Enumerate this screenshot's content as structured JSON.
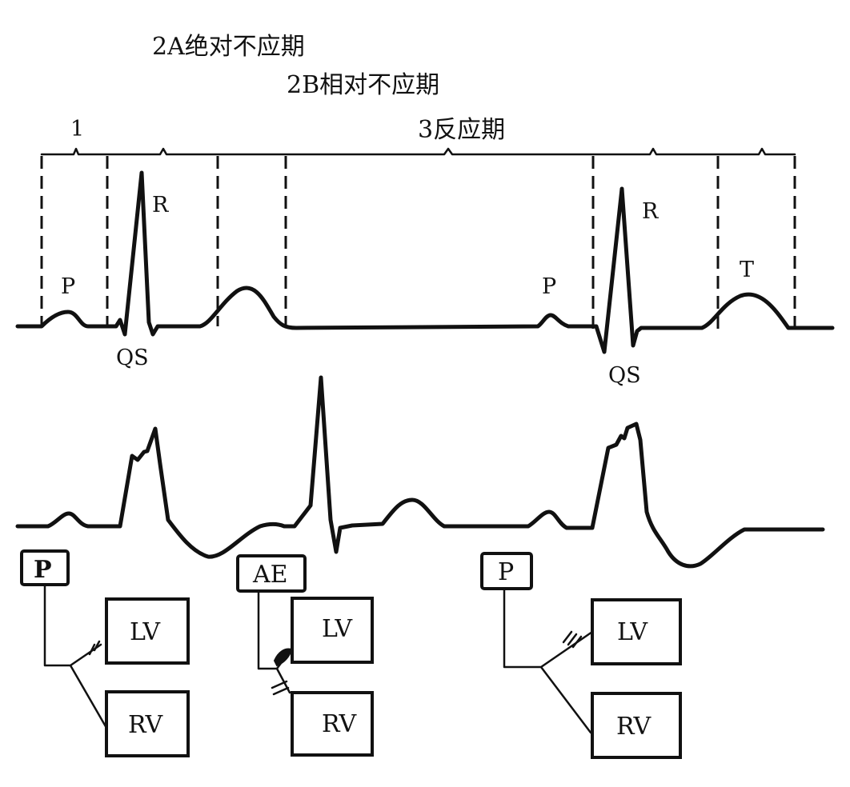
{
  "labels": {
    "phase_1": "1",
    "phase_2a": "2A绝对不应期",
    "phase_2b": "2B相对不应期",
    "phase_3": "3反应期"
  },
  "ecg_top": {
    "p_left": "P",
    "r_left": "R",
    "qs_left": "QS",
    "p_right": "P",
    "r_right": "R",
    "qs_right": "QS",
    "t_right": "T"
  },
  "pacing": {
    "left": {
      "source": "P",
      "upper": "LV",
      "lower": "RV"
    },
    "middle": {
      "source": "AE",
      "upper": "LV",
      "lower": "RV"
    },
    "right": {
      "source": "P",
      "upper": "LV",
      "lower": "RV"
    }
  }
}
